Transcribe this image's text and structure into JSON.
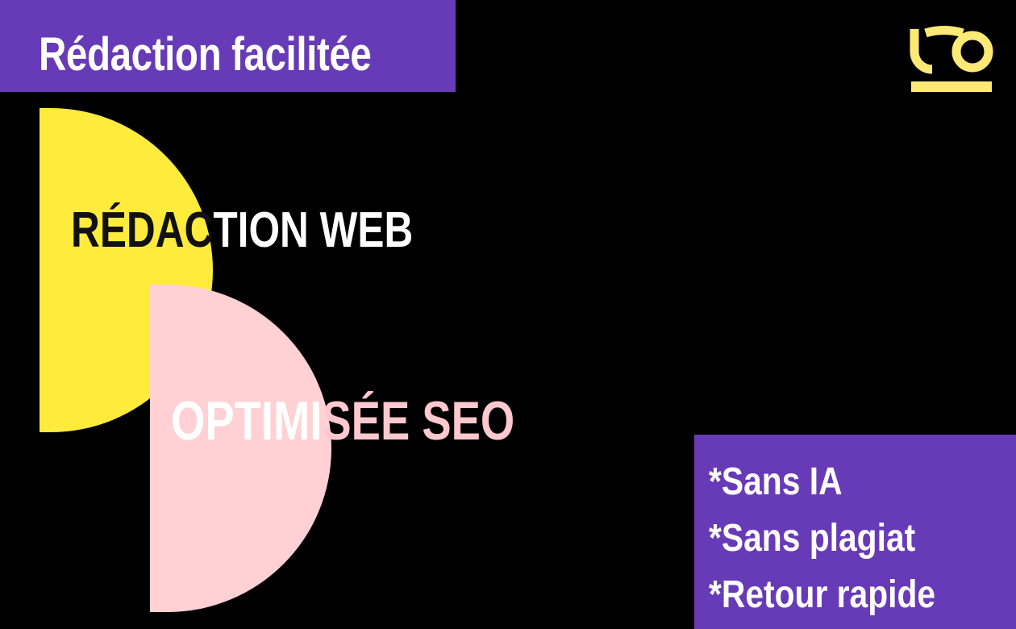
{
  "header": {
    "title": "Rédaction facilitée"
  },
  "logo": {
    "icon": "logo-mark-icon"
  },
  "headline": {
    "line1_part1": "RÉDAC",
    "line1_part2": "TION WEB",
    "line2_part1": "OPTIMI",
    "line2_part2": "SÉE SEO"
  },
  "features": {
    "items": [
      "*Sans IA",
      "*Sans plagiat",
      "*Retour rapide"
    ]
  },
  "colors": {
    "background": "#000000",
    "purple": "#673ab7",
    "yellow": "#ffeb3b",
    "pink": "#ffd1d4"
  }
}
